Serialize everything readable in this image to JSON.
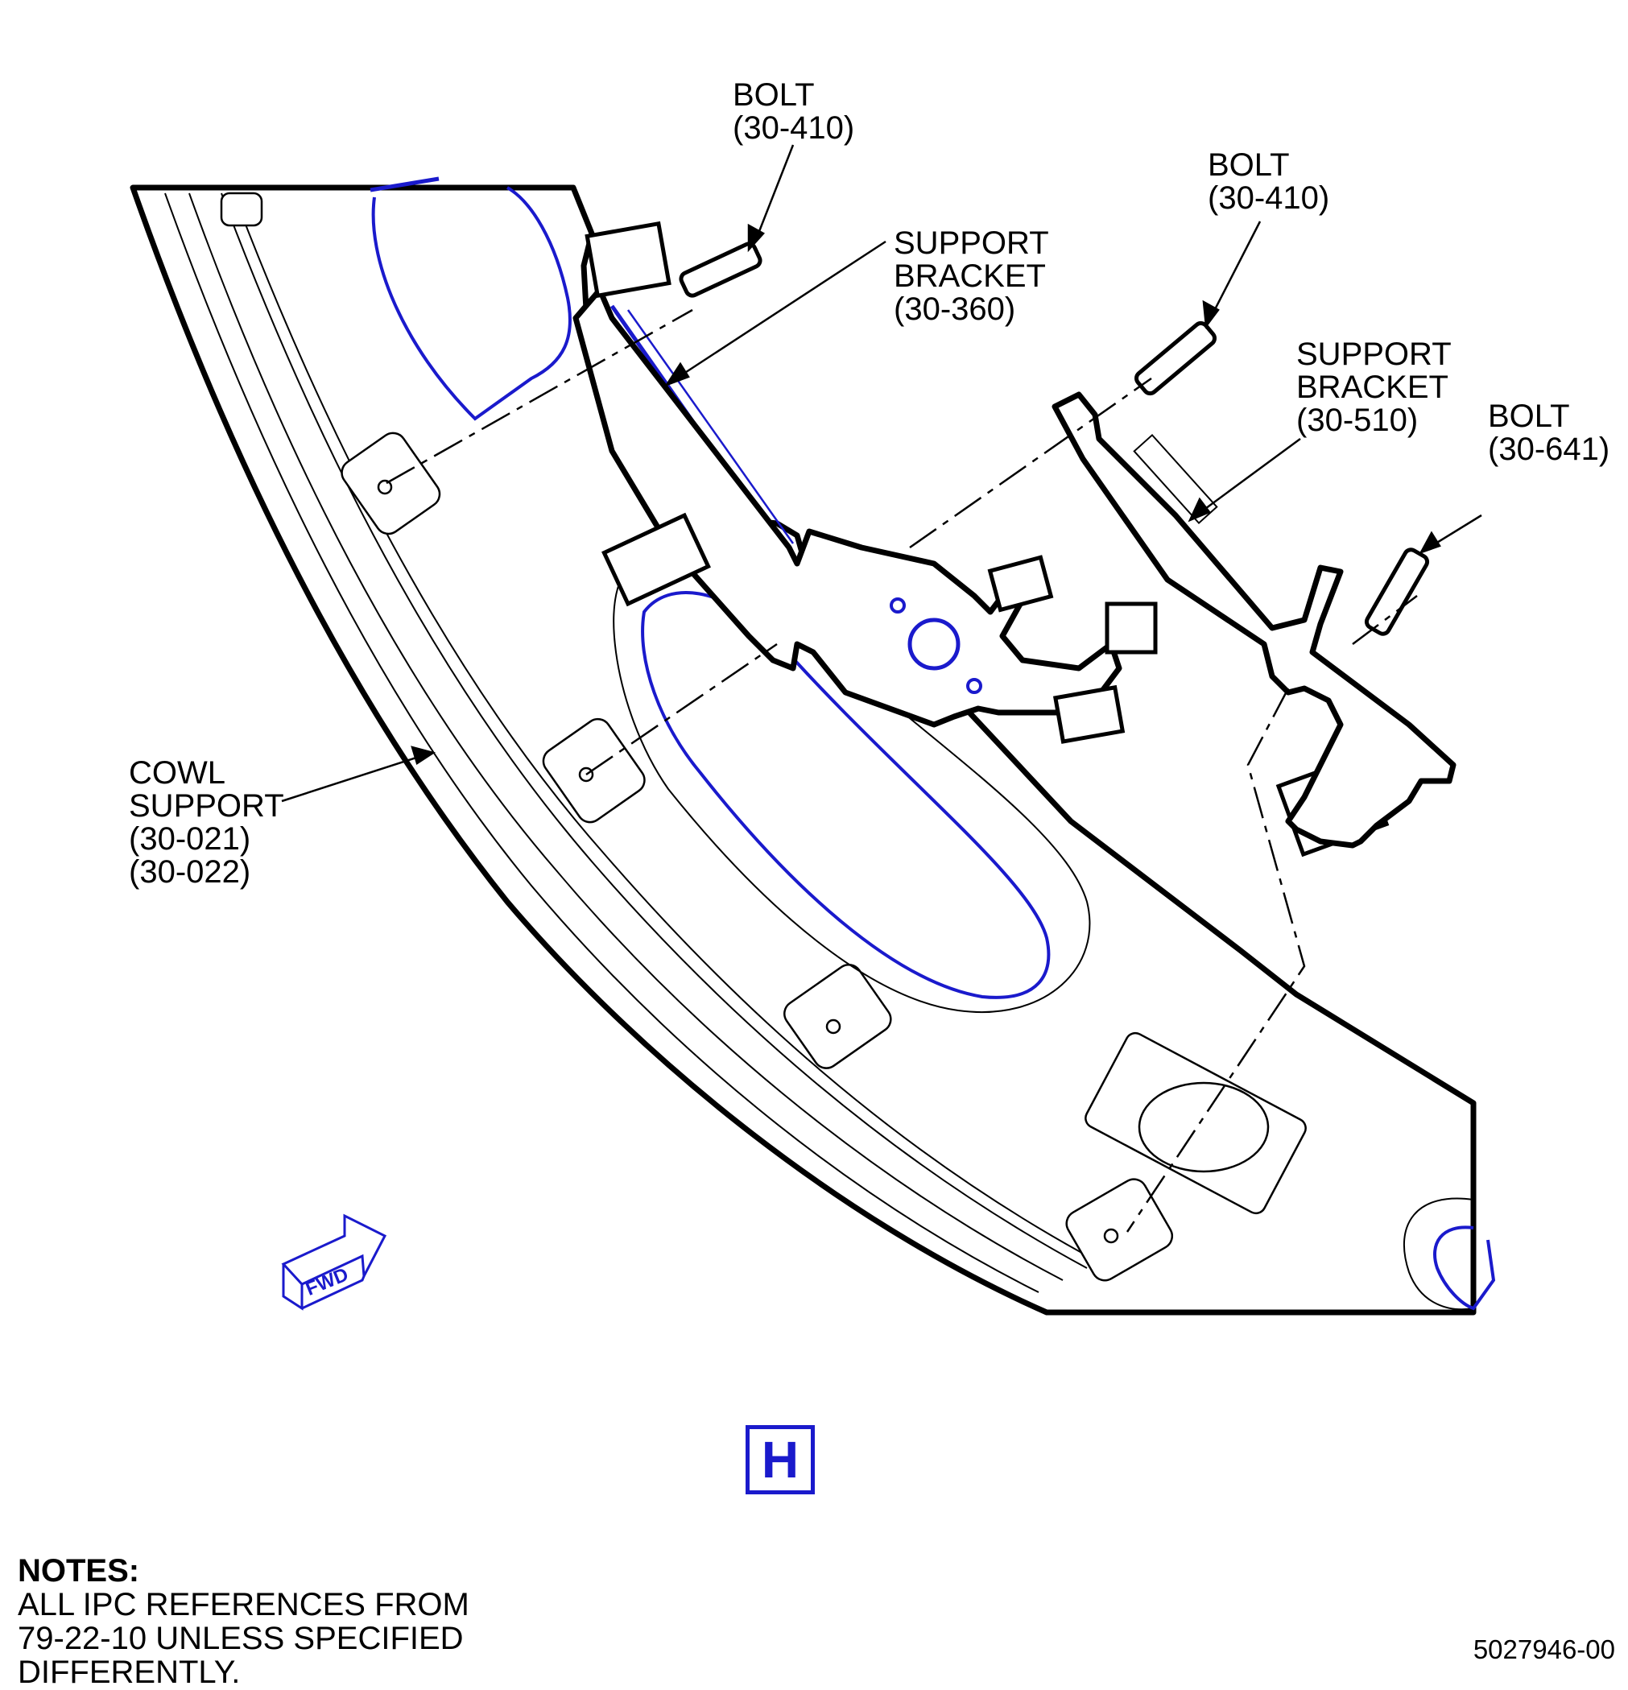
{
  "callouts": {
    "bolt_top": {
      "name": "BOLT",
      "ref": "(30-410)"
    },
    "bolt_mid": {
      "name": "BOLT",
      "ref": "(30-410)"
    },
    "bolt_right": {
      "name": "BOLT",
      "ref": "(30-641)"
    },
    "support_bracket_1": {
      "line1": "SUPPORT",
      "line2": "BRACKET",
      "ref": "(30-360)"
    },
    "support_bracket_2": {
      "line1": "SUPPORT",
      "line2": "BRACKET",
      "ref": "(30-510)"
    },
    "cowl_support": {
      "line1": "COWL",
      "line2": "SUPPORT",
      "ref1": "(30-021)",
      "ref2": "(30-022)"
    }
  },
  "fwd_label": "FWD",
  "view_letter": "H",
  "notes": {
    "title": "NOTES:",
    "lines": [
      "ALL IPC REFERENCES FROM",
      "79-22-10 UNLESS SPECIFIED",
      "DIFFERENTLY."
    ]
  },
  "sheet_id": "5027946-00",
  "colors": {
    "outline": "#000000",
    "highlight": "#1a1acc"
  }
}
